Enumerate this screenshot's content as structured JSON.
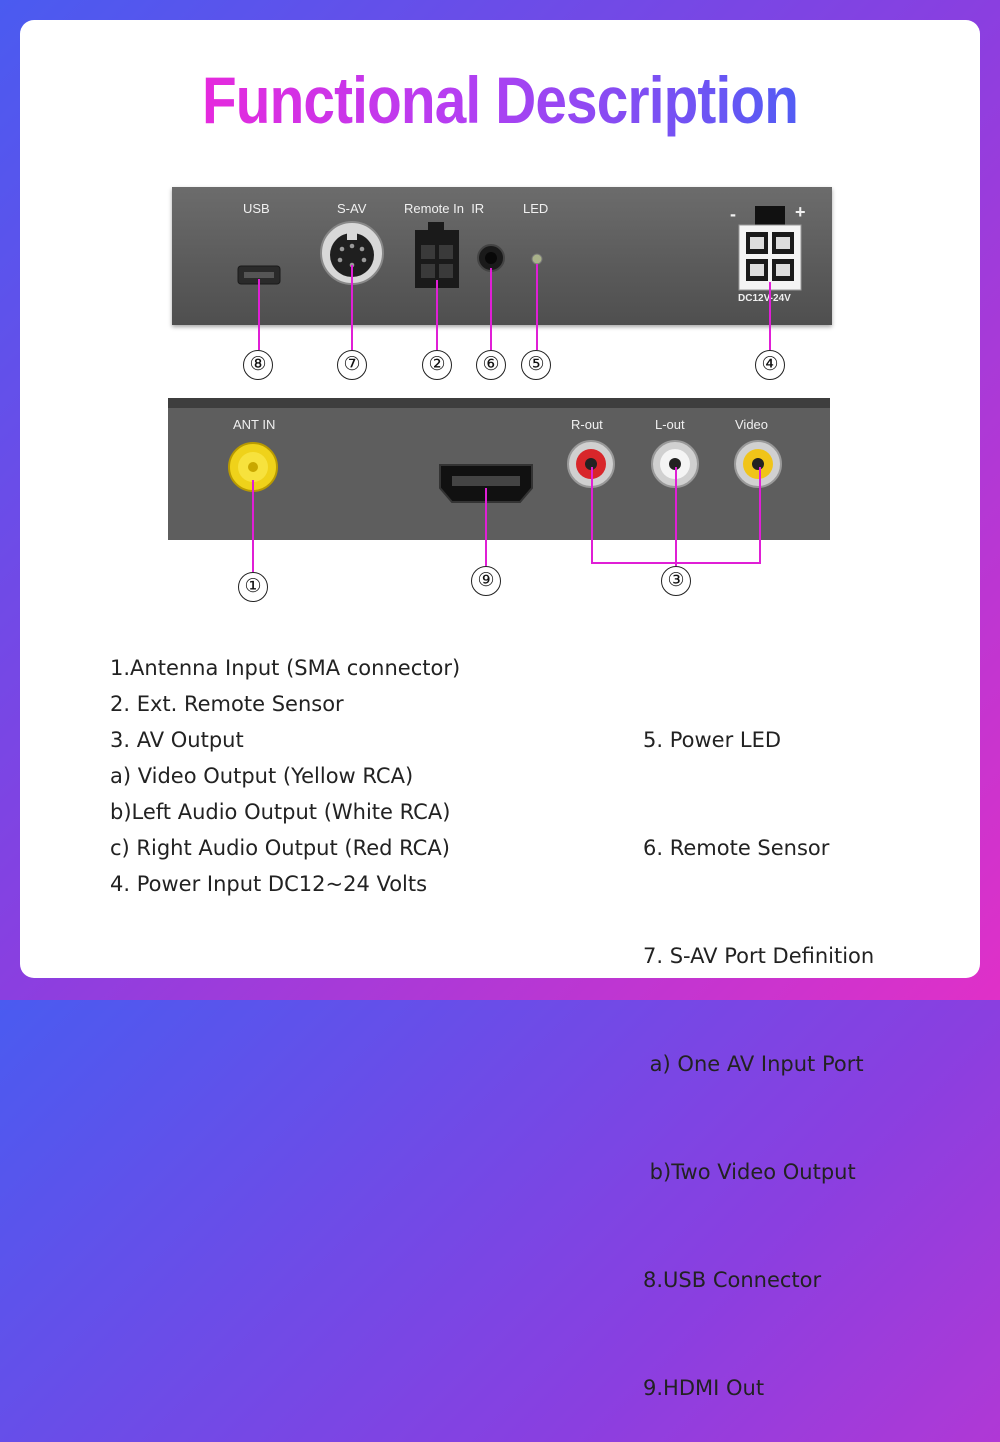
{
  "title": "Functional Description",
  "top_panel": {
    "labels": {
      "usb": "USB",
      "sav": "S-AV",
      "remote_ir": "Remote In  IR",
      "led": "LED",
      "power_minus": "-",
      "power_plus": "+",
      "dc": "DC12V-24V"
    },
    "markers": [
      "⑧",
      "⑦",
      "②",
      "⑥",
      "⑤",
      "④"
    ]
  },
  "bottom_panel": {
    "labels": {
      "ant_in": "ANT IN",
      "r_out": "R-out",
      "l_out": "L-out",
      "video": "Video"
    },
    "markers": [
      "①",
      "⑨",
      "③"
    ]
  },
  "colors": {
    "accent_line": "#e01fd6",
    "yellow_connector": "#f2cf1a",
    "rca_red": "#d8262a",
    "rca_white": "#f2f2f2",
    "rca_yellow": "#f0c419"
  },
  "descriptions": {
    "left": [
      "1.Antenna Input (SMA connector)",
      "2. Ext. Remote Sensor",
      "3. AV Output",
      "a) Video Output (Yellow RCA)",
      "b)Left Audio Output (White RCA)",
      "c) Right Audio Output (Red RCA)",
      "4. Power Input DC12~24 Volts"
    ],
    "right": [
      "5. Power LED",
      "6. Remote Sensor",
      "7. S-AV Port Definition",
      " a) One AV Input Port",
      " b)Two Video Output",
      "8.USB Connector",
      "9.HDMI Out"
    ]
  }
}
